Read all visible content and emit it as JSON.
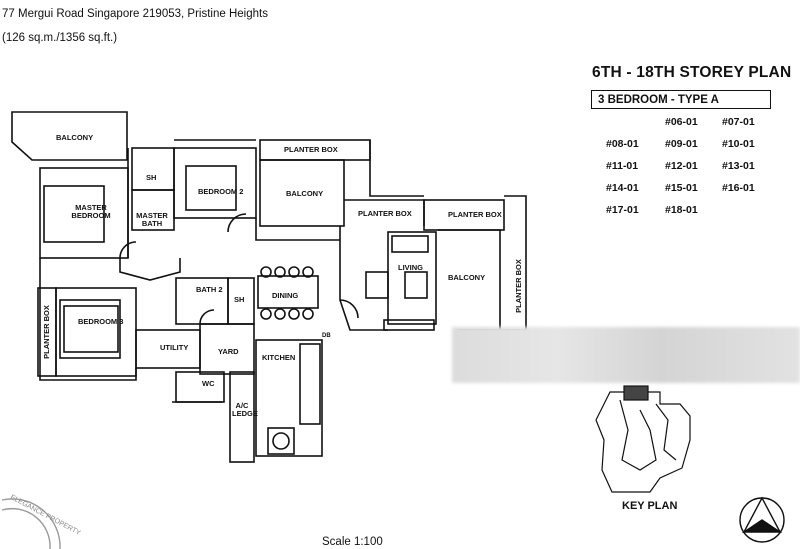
{
  "header": {
    "address": "77 Mergui Road Singapore 219053, Pristine Heights",
    "area": "(126 sq.m./1356 sq.ft.)"
  },
  "plan": {
    "title": "6TH - 18TH STOREY PLAN",
    "type": "3 BEDROOM  - TYPE A",
    "units": [
      "#06-01",
      "#07-01",
      "#08-01",
      "#09-01",
      "#10-01",
      "#11-01",
      "#12-01",
      "#13-01",
      "#14-01",
      "#15-01",
      "#16-01",
      "#17-01",
      "#18-01"
    ]
  },
  "rooms": {
    "balcony_top": "BALCONY",
    "sh1": "SH",
    "bedroom2": "BEDROOM 2",
    "planter_top": "PLANTER BOX",
    "balcony_mid": "BALCONY",
    "planter_mid": "PLANTER BOX",
    "planter_right": "PLANTER BOX",
    "master_bedroom": "MASTER BEDROOM",
    "master_bath": "MASTER BATH",
    "living": "LIVING",
    "balcony_right": "BALCONY",
    "planter_vert_right": "PLANTER BOX",
    "bath2": "BATH 2",
    "sh2": "SH",
    "dining": "DINING",
    "planter_vert_left": "PLANTER BOX",
    "bedroom3": "BEDROOM 3",
    "utility": "UTILITY",
    "yard": "YARD",
    "kitchen": "KITCHEN",
    "wc": "WC",
    "ac_ledge": "A/C LEDGE",
    "db": "DB"
  },
  "key_plan": "KEY PLAN",
  "scale": "Scale 1:100",
  "stamp": "ELEGANCE PROPERTY"
}
